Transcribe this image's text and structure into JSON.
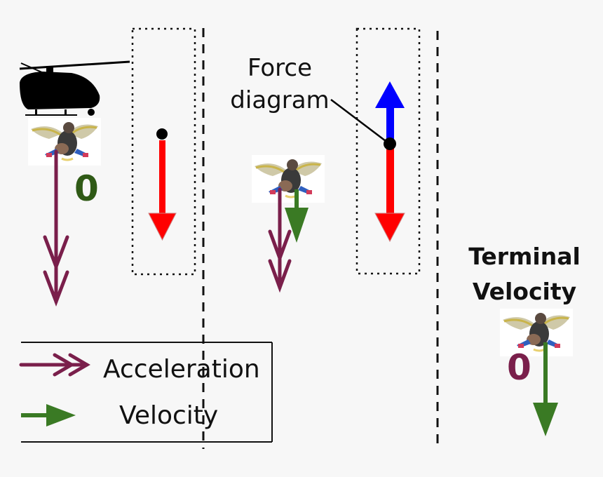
{
  "labels": {
    "force_diagram": [
      "Force",
      "diagram"
    ],
    "terminal_velocity": [
      "Terminal",
      "Velocity"
    ],
    "zero_initial": "0",
    "zero_terminal": "0"
  },
  "legend": {
    "acceleration": "Acceleration",
    "velocity": "Velocity"
  },
  "colors": {
    "background": "#f7f7f7",
    "acceleration": "#7a1f4b",
    "velocity": "#3a7a24",
    "gravity_force": "#ff0000",
    "drag_force": "#0000ff",
    "zero_initial": "#2f5a16",
    "zero_terminal": "#7a1f4b",
    "helicopter": "#000000"
  },
  "icons": {
    "helicopter": "helicopter-icon",
    "skydiver": "skydiver-icon"
  }
}
